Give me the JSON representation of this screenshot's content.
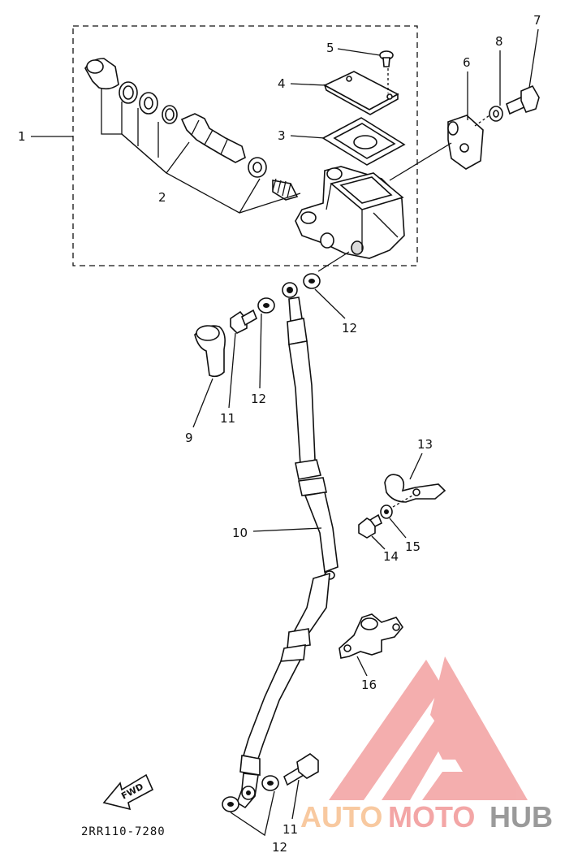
{
  "labels": {
    "l1": "1",
    "l2": "2",
    "l3": "3",
    "l4": "4",
    "l5": "5",
    "l6": "6",
    "l7": "7",
    "l8": "8",
    "l9": "9",
    "l10": "10",
    "l11a": "11",
    "l11b": "11",
    "l12a": "12",
    "l12b": "12",
    "l12c": "12",
    "l13": "13",
    "l14": "14",
    "l15": "15",
    "l16": "16"
  },
  "fwd_label": "FWD",
  "diagram_code": "2RR110-7280",
  "watermark": {
    "brand_part1": "AUTO",
    "brand_part2": "MOTO",
    "brand_part3": "HUB",
    "colors": {
      "logo": "#f3a6a6",
      "auto": "#f8c9a0",
      "moto": "#f3a6a6",
      "hub": "#9a9a9a"
    }
  }
}
